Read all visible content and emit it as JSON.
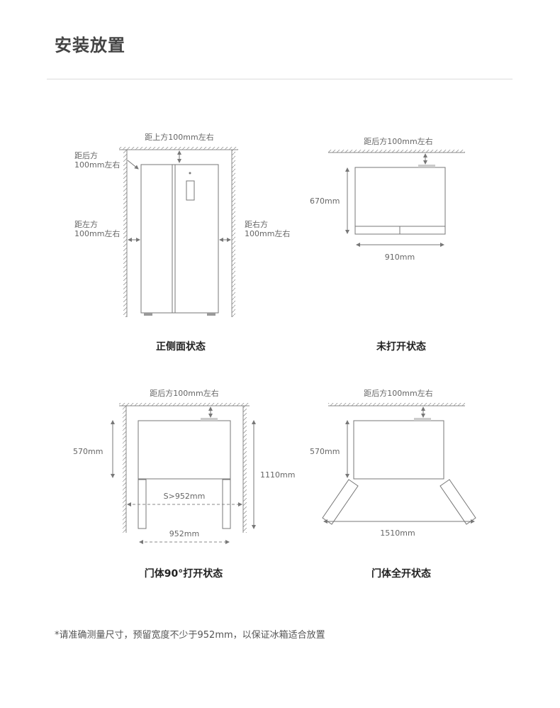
{
  "title": "安装放置",
  "footnote": "*请准确测量尺寸，预留宽度不少于952mm，以保证冰箱适合放置",
  "panels": {
    "front": {
      "caption": "正侧面状态",
      "top_gap": "距上方100mm左右",
      "back_gap_1": "距后方",
      "back_gap_2": "100mm左右",
      "left_gap_1": "距左方",
      "left_gap_2": "100mm左右",
      "right_gap_1": "距右方",
      "right_gap_2": "100mm左右"
    },
    "closed": {
      "caption": "未打开状态",
      "back_gap": "距后方100mm左右",
      "depth": "670mm",
      "width": "910mm"
    },
    "door90": {
      "caption": "门体90°打开状态",
      "back_gap": "距后方100mm左右",
      "depth": "570mm",
      "total_depth": "1110mm",
      "clearance": "S>952mm",
      "width": "952mm"
    },
    "full": {
      "caption": "门体全开状态",
      "back_gap": "距后方100mm左右",
      "depth": "570mm",
      "width": "1510mm"
    }
  }
}
